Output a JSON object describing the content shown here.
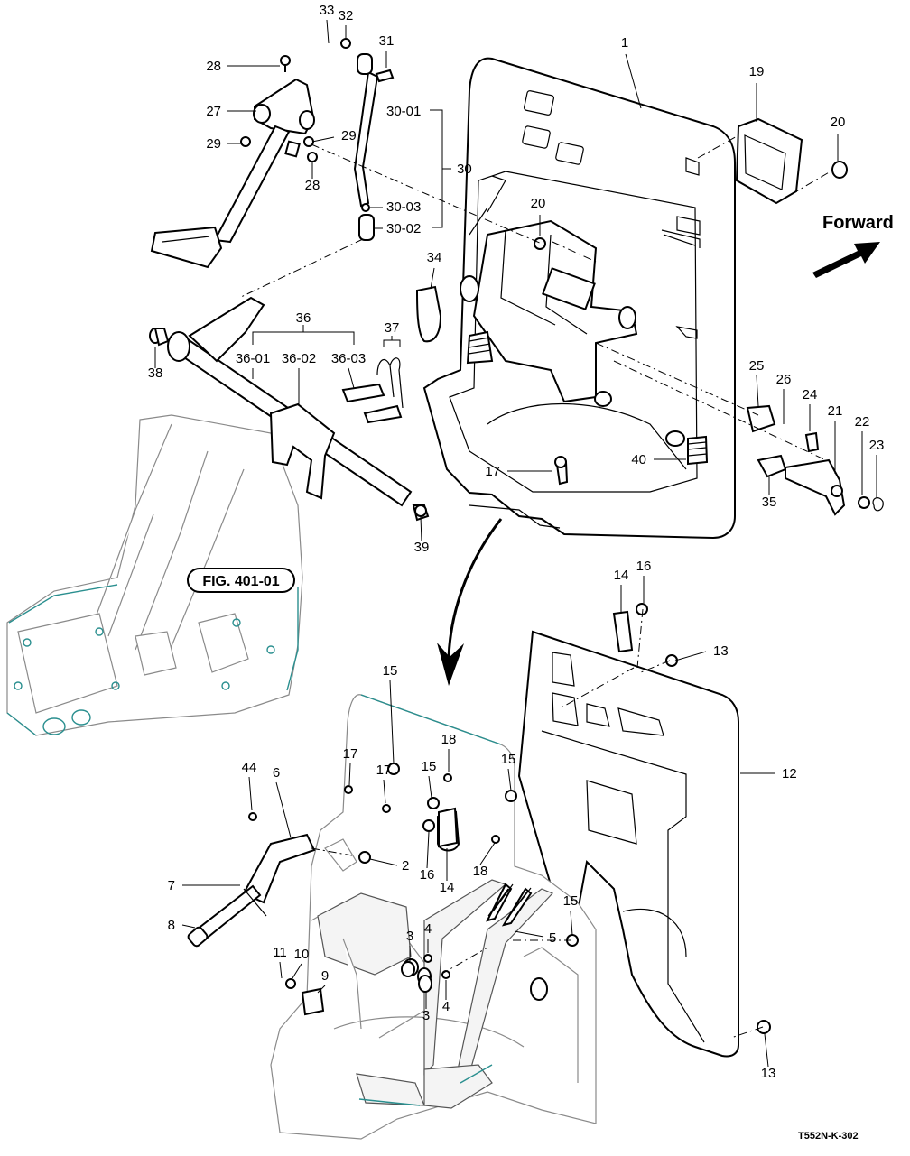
{
  "diagram": {
    "forward_label": "Forward",
    "figure_ref_label": "FIG. 401-01",
    "drawing_code": "T552N-K-302",
    "colors": {
      "line": "#000000",
      "ghost": "#8a8a8a",
      "teal": "#2a8f8f"
    },
    "callouts": [
      {
        "id": "c1",
        "text": "1"
      },
      {
        "id": "c19",
        "text": "19"
      },
      {
        "id": "c20a",
        "text": "20"
      },
      {
        "id": "c20b",
        "text": "20"
      },
      {
        "id": "c28a",
        "text": "28"
      },
      {
        "id": "c28b",
        "text": "28"
      },
      {
        "id": "c33",
        "text": "33"
      },
      {
        "id": "c32",
        "text": "32"
      },
      {
        "id": "c31",
        "text": "31"
      },
      {
        "id": "c27",
        "text": "27"
      },
      {
        "id": "c29a",
        "text": "29"
      },
      {
        "id": "c29b",
        "text": "29"
      },
      {
        "id": "c30_01",
        "text": "30-01"
      },
      {
        "id": "c30",
        "text": "30"
      },
      {
        "id": "c30_03",
        "text": "30-03"
      },
      {
        "id": "c30_02",
        "text": "30-02"
      },
      {
        "id": "c34",
        "text": "34"
      },
      {
        "id": "c36",
        "text": "36"
      },
      {
        "id": "c37",
        "text": "37"
      },
      {
        "id": "c36_01",
        "text": "36-01"
      },
      {
        "id": "c36_02",
        "text": "36-02"
      },
      {
        "id": "c36_03",
        "text": "36-03"
      },
      {
        "id": "c38",
        "text": "38"
      },
      {
        "id": "c25",
        "text": "25"
      },
      {
        "id": "c26",
        "text": "26"
      },
      {
        "id": "c24",
        "text": "24"
      },
      {
        "id": "c21",
        "text": "21"
      },
      {
        "id": "c22",
        "text": "22"
      },
      {
        "id": "c23",
        "text": "23"
      },
      {
        "id": "c40",
        "text": "40"
      },
      {
        "id": "c17a",
        "text": "17"
      },
      {
        "id": "c35",
        "text": "35"
      },
      {
        "id": "c39",
        "text": "39"
      },
      {
        "id": "c14a",
        "text": "14"
      },
      {
        "id": "c16a",
        "text": "16"
      },
      {
        "id": "c13a",
        "text": "13"
      },
      {
        "id": "c15a",
        "text": "15"
      },
      {
        "id": "c12",
        "text": "12"
      },
      {
        "id": "c17b",
        "text": "17"
      },
      {
        "id": "c18a",
        "text": "18"
      },
      {
        "id": "c15b",
        "text": "15"
      },
      {
        "id": "c15c",
        "text": "15"
      },
      {
        "id": "c17c",
        "text": "17"
      },
      {
        "id": "c44",
        "text": "44"
      },
      {
        "id": "c6",
        "text": "6"
      },
      {
        "id": "c2",
        "text": "2"
      },
      {
        "id": "c16b",
        "text": "16"
      },
      {
        "id": "c14b",
        "text": "14"
      },
      {
        "id": "c18b",
        "text": "18"
      },
      {
        "id": "c7",
        "text": "7"
      },
      {
        "id": "c8",
        "text": "8"
      },
      {
        "id": "c15d",
        "text": "15"
      },
      {
        "id": "c5",
        "text": "5"
      },
      {
        "id": "c3a",
        "text": "3"
      },
      {
        "id": "c4a",
        "text": "4"
      },
      {
        "id": "c11",
        "text": "11"
      },
      {
        "id": "c10",
        "text": "10"
      },
      {
        "id": "c9",
        "text": "9"
      },
      {
        "id": "c4b",
        "text": "4"
      },
      {
        "id": "c3b",
        "text": "3"
      },
      {
        "id": "c13b",
        "text": "13"
      }
    ]
  }
}
